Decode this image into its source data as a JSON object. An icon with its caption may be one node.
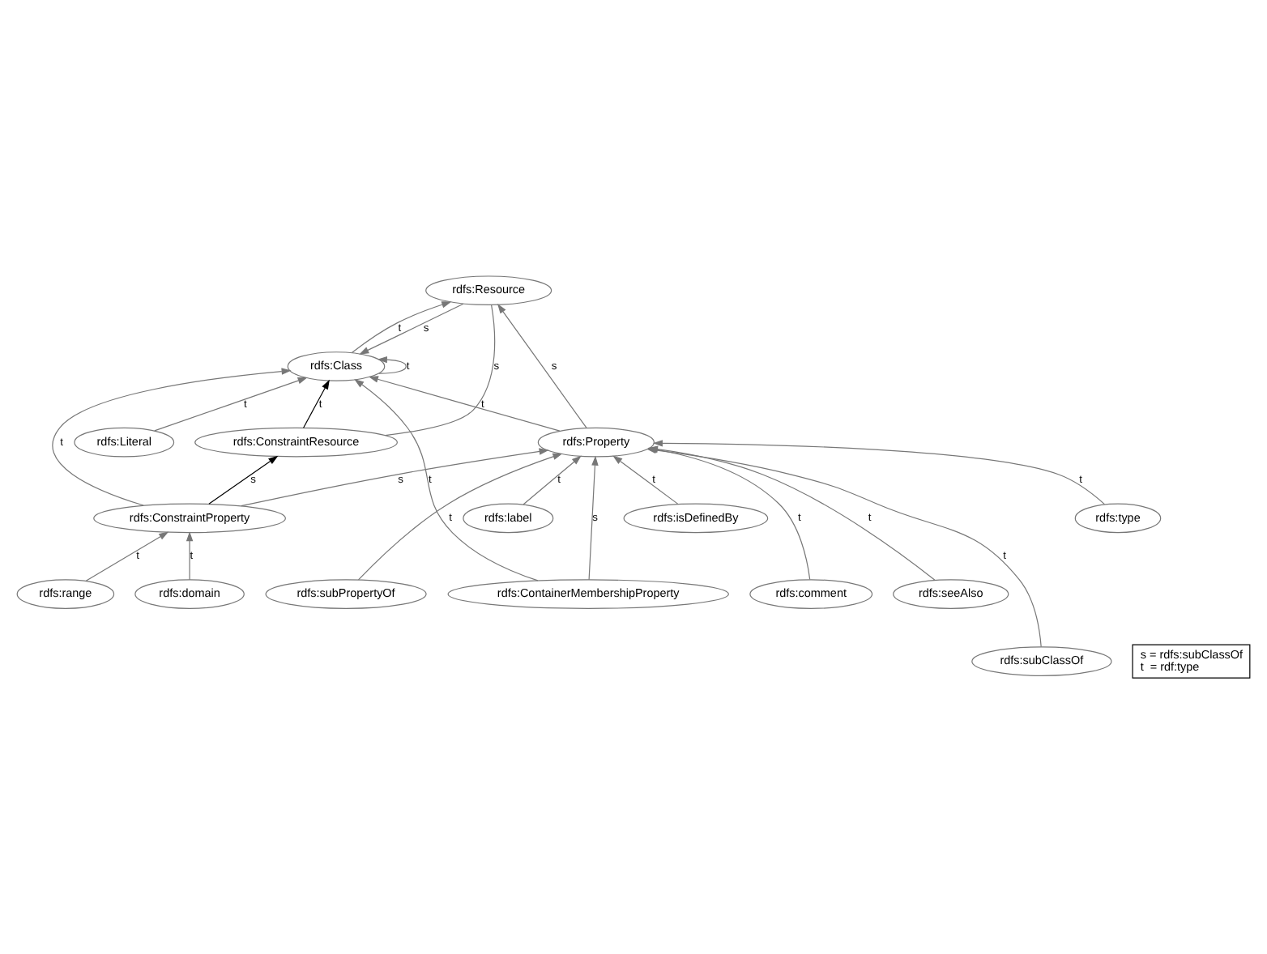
{
  "diagram": {
    "nodes": [
      {
        "text": [
          "rdfs:Resource"
        ]
      },
      {
        "text": [
          "rdfs:Literal"
        ]
      },
      {
        "text": [
          "rdfs:label"
        ]
      },
      {
        "text": [
          "rdfs:Class"
        ]
      },
      {
        "text": [
          "rdfs:Property"
        ]
      },
      {
        "text": [
          "rdfs:comment"
        ]
      },
      {
        "text": [
          "rdfs:isDefinedBy"
        ]
      },
      {
        "text": [
          "rdfs:seeAlso"
        ]
      },
      {
        "text": [
          "rdfs:ConstraintResource"
        ]
      },
      {
        "text": [
          "rdfs:subClassOf"
        ]
      },
      {
        "text": [
          "rdfs:type"
        ]
      },
      {
        "text": [
          "rdfs:subPropertyOf"
        ]
      },
      {
        "text": [
          "rdfs:ConstraintProperty"
        ]
      },
      {
        "text": [
          "rdfs:range"
        ]
      },
      {
        "text": [
          "rdfs:domain"
        ]
      },
      {
        "text": [
          "rdfs:ContainerMembershipProperty"
        ]
      },
      {
        "text": [
          "s = rdfs:subClassOf",
          "t  = rdf:type"
        ]
      }
    ],
    "edges": [
      {
        "from": 0,
        "to": 3,
        "arrow": "to",
        "label": "s"
      },
      {
        "from": 3,
        "to": 0,
        "arrow": "to",
        "label": "t"
      },
      {
        "from": 1,
        "to": 3,
        "arrow": "to",
        "label": "t"
      },
      {
        "from": 3,
        "to": 3,
        "arrow": "to",
        "label": "t"
      },
      {
        "from": 8,
        "to": 3,
        "arrow": "to",
        "label": "t",
        "color": "#000000"
      },
      {
        "from": 8,
        "to": 0,
        "arrow": "none",
        "label": "s"
      },
      {
        "from": 4,
        "to": 0,
        "arrow": "to",
        "label": "s"
      },
      {
        "from": 4,
        "to": 3,
        "arrow": "to",
        "label": "t"
      },
      {
        "from": 2,
        "to": 4,
        "arrow": "to",
        "label": "t"
      },
      {
        "from": 5,
        "to": 4,
        "arrow": "to",
        "label": "t"
      },
      {
        "from": 6,
        "to": 4,
        "arrow": "to",
        "label": "t"
      },
      {
        "from": 7,
        "to": 4,
        "arrow": "to",
        "label": "t"
      },
      {
        "from": 9,
        "to": 4,
        "arrow": "to",
        "label": "t"
      },
      {
        "from": 11,
        "to": 4,
        "arrow": "to",
        "label": "t"
      },
      {
        "from": 10,
        "to": 4,
        "arrow": "to",
        "label": "t"
      },
      {
        "from": 12,
        "to": 8,
        "arrow": "to",
        "label": "s",
        "color": "#000000"
      },
      {
        "from": 12,
        "to": 3,
        "arrow": "to",
        "label": "t"
      },
      {
        "from": 12,
        "to": 4,
        "arrow": "to",
        "label": "s"
      },
      {
        "from": 13,
        "to": 12,
        "arrow": "to",
        "label": "t"
      },
      {
        "from": 14,
        "to": 12,
        "arrow": "to",
        "label": "t"
      },
      {
        "from": 15,
        "to": 3,
        "arrow": "to",
        "label": "t"
      },
      {
        "from": 15,
        "to": 4,
        "arrow": "to",
        "label": "s"
      }
    ]
  }
}
